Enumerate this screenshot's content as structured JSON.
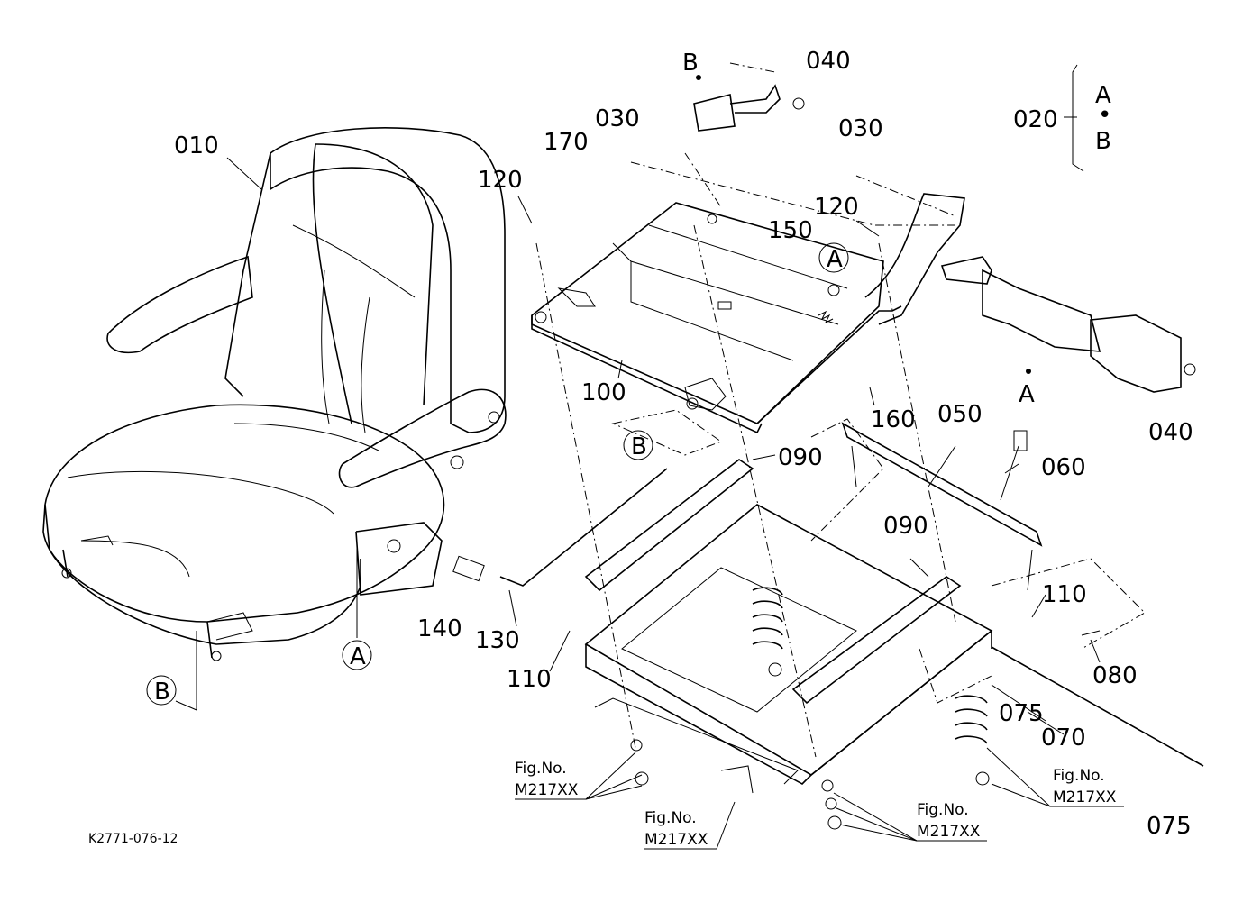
{
  "diagram_code": "K2771-076-12",
  "parts": {
    "p010": "010",
    "p020": "020",
    "p030a": "030",
    "p030b": "030",
    "p040a": "040",
    "p040b": "040",
    "p050": "050",
    "p060": "060",
    "p070": "070",
    "p075a": "075",
    "p075b": "075",
    "p080": "080",
    "p090a": "090",
    "p090b": "090",
    "p100": "100",
    "p110a": "110",
    "p110b": "110",
    "p120a": "120",
    "p120b": "120",
    "p130": "130",
    "p140": "140",
    "p150": "150",
    "p160": "160",
    "p170": "170"
  },
  "markers": {
    "a_circle_1": "A",
    "a_circle_2": "A",
    "b_circle_1": "B",
    "b_circle_2": "B",
    "a_plain": "A",
    "b_plain": "B",
    "group_a": "A",
    "group_dot": "•",
    "group_b": "B"
  },
  "fig_refs": [
    {
      "label": "Fig.No.",
      "number": "M217XX"
    },
    {
      "label": "Fig.No.",
      "number": "M217XX"
    },
    {
      "label": "Fig.No.",
      "number": "M217XX"
    },
    {
      "label": "Fig.No.",
      "number": "M217XX"
    }
  ]
}
